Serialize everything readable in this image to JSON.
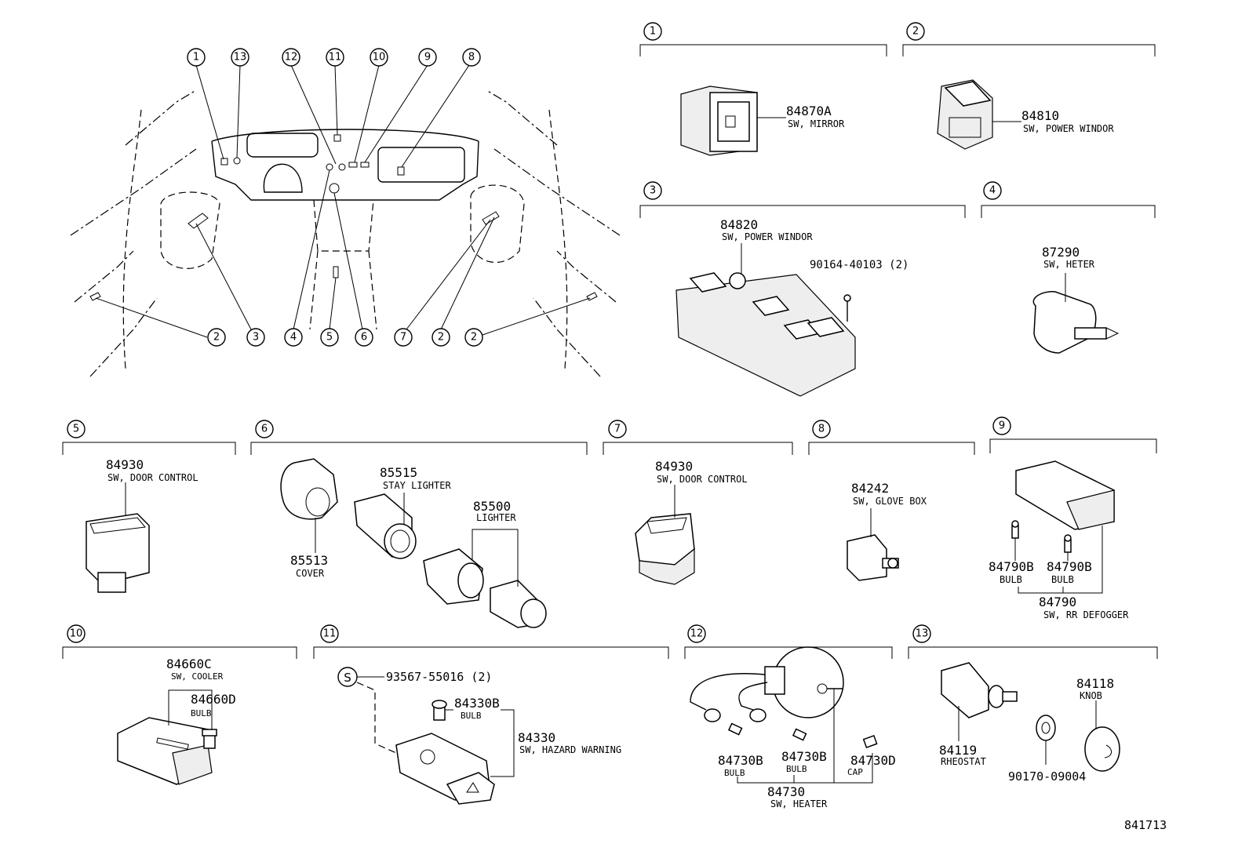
{
  "overview": {
    "callouts": [
      "1",
      "13",
      "12",
      "11",
      "10",
      "9",
      "8",
      "2",
      "3",
      "4",
      "5",
      "6",
      "7",
      "2",
      "2"
    ]
  },
  "sections": [
    {
      "num": "1",
      "parts": [
        {
          "pn": "84870A",
          "desc": "SW, MIRROR"
        }
      ]
    },
    {
      "num": "2",
      "parts": [
        {
          "pn": "84810",
          "desc": "SW, POWER WINDOR"
        }
      ]
    },
    {
      "num": "3",
      "parts": [
        {
          "pn": "84820",
          "desc": "SW, POWER WINDOR"
        },
        {
          "pn": "90164-40103 (2)",
          "desc": ""
        }
      ]
    },
    {
      "num": "4",
      "parts": [
        {
          "pn": "87290",
          "desc": "SW, HETER"
        }
      ]
    },
    {
      "num": "5",
      "parts": [
        {
          "pn": "84930",
          "desc": "SW, DOOR CONTROL"
        }
      ]
    },
    {
      "num": "6",
      "parts": [
        {
          "pn": "85515",
          "desc": "STAY LIGHTER"
        },
        {
          "pn": "85500",
          "desc": "LIGHTER"
        },
        {
          "pn": "85513",
          "desc": "COVER"
        }
      ]
    },
    {
      "num": "7",
      "parts": [
        {
          "pn": "84930",
          "desc": "SW, DOOR CONTROL"
        }
      ]
    },
    {
      "num": "8",
      "parts": [
        {
          "pn": "84242",
          "desc": "SW, GLOVE BOX"
        }
      ]
    },
    {
      "num": "9",
      "parts": [
        {
          "pn": "84790B",
          "desc": "BULB"
        },
        {
          "pn": "84790B",
          "desc": "BULB"
        },
        {
          "pn": "84790",
          "desc": "SW, RR DEFOGGER"
        }
      ]
    },
    {
      "num": "10",
      "parts": [
        {
          "pn": "84660C",
          "desc": "SW, COOLER"
        },
        {
          "pn": "84660D",
          "desc": "BULB"
        }
      ]
    },
    {
      "num": "11",
      "parts": [
        {
          "pn": "93567-55016 (2)",
          "desc": ""
        },
        {
          "pn": "84330B",
          "desc": "BULB"
        },
        {
          "pn": "84330",
          "desc": "SW, HAZARD WARNING"
        }
      ]
    },
    {
      "num": "12",
      "parts": [
        {
          "pn": "84730B",
          "desc": "BULB"
        },
        {
          "pn": "84730B",
          "desc": "BULB"
        },
        {
          "pn": "84730D",
          "desc": "CAP"
        },
        {
          "pn": "84730",
          "desc": "SW, HEATER"
        }
      ]
    },
    {
      "num": "13",
      "parts": [
        {
          "pn": "84119",
          "desc": "RHEOSTAT"
        },
        {
          "pn": "84118",
          "desc": "KNOB"
        },
        {
          "pn": "90170-09004",
          "desc": ""
        }
      ]
    }
  ],
  "symbols": {
    "s_mark": "S"
  },
  "illustration_id": "841713"
}
